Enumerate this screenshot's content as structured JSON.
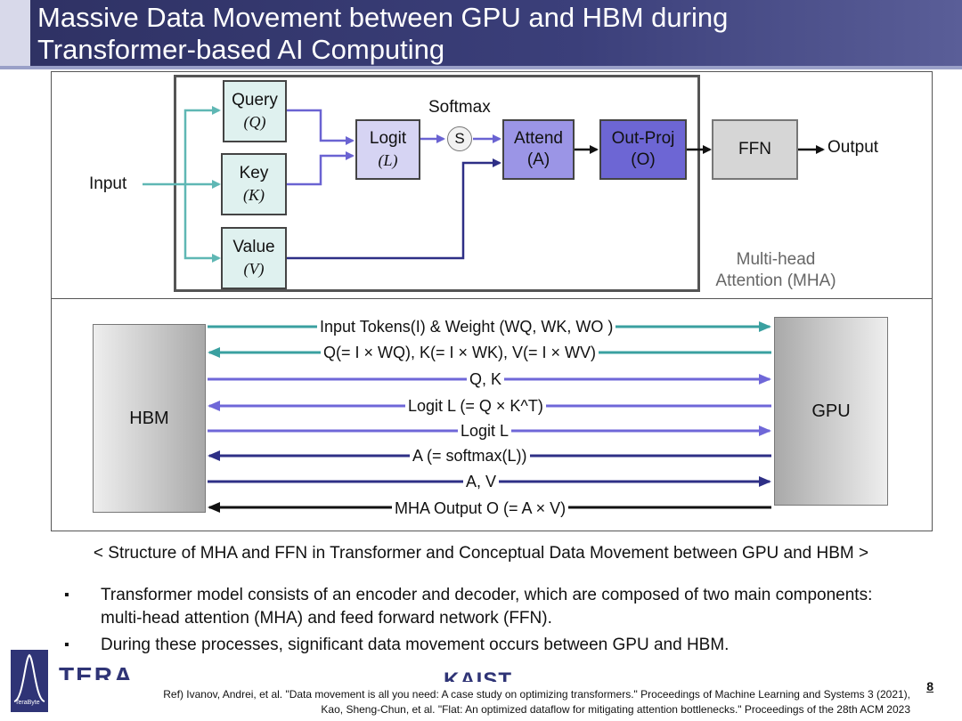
{
  "title": {
    "line1": "Massive Data Movement between GPU and HBM during",
    "line2": "Transformer-based AI Computing"
  },
  "mha_diagram": {
    "input_label": "Input",
    "query": {
      "name": "Query",
      "symbol": "(Q)"
    },
    "key": {
      "name": "Key",
      "symbol": "(K)"
    },
    "value": {
      "name": "Value",
      "symbol": "(V)"
    },
    "softmax_label": "Softmax",
    "softmax_symbol": "S",
    "logit": {
      "name": "Logit",
      "symbol": "(L)"
    },
    "attend": {
      "name": "Attend",
      "symbol": "(A)"
    },
    "outproj": {
      "name": "Out-Proj",
      "symbol": "(O)"
    },
    "ffn": "FFN",
    "output_label": "Output",
    "mha_label_line1": "Multi-head",
    "mha_label_line2": "Attention (MHA)",
    "colors": {
      "teal": "#5fb7b4",
      "purple": "#6a63d2",
      "navy": "#2e2f86",
      "black": "#111111"
    }
  },
  "data_movement": {
    "hbm_label": "HBM",
    "gpu_label": "GPU",
    "transfers": [
      {
        "text": "Input Tokens(I) & Weight (WQ, WK, WO )",
        "direction": "to-gpu",
        "color": "#3aa0a0"
      },
      {
        "text": "Q(= I × WQ), K(= I × WK), V(= I × WV)",
        "direction": "to-hbm",
        "color": "#3aa0a0"
      },
      {
        "text": "Q, K",
        "direction": "to-gpu",
        "color": "#6f67d8"
      },
      {
        "text": "Logit L (= Q × K^T)",
        "direction": "to-hbm",
        "color": "#6f67d8"
      },
      {
        "text": "Logit L",
        "direction": "to-gpu",
        "color": "#6f67d8"
      },
      {
        "text": "A (= softmax(L))",
        "direction": "to-hbm",
        "color": "#2e2f86"
      },
      {
        "text": "A, V",
        "direction": "to-gpu",
        "color": "#2e2f86"
      },
      {
        "text": "MHA Output O (= A × V)",
        "direction": "to-hbm",
        "color": "#111111"
      }
    ]
  },
  "caption": "< Structure of MHA and FFN in Transformer and Conceptual Data Movement between GPU and HBM >",
  "bullets": [
    "Transformer model consists of an encoder and decoder, which are composed of two main components: multi-head attention (MHA) and feed forward network (FFN).",
    "During these processes, significant data movement occurs between GPU and HBM."
  ],
  "references": {
    "line1": "Ref) Ivanov, Andrei, et al. \"Data movement is all you need: A case study on optimizing transformers.\" Proceedings of Machine Learning and Systems 3 (2021),",
    "line2": "Kao, Sheng-Chun, et al. \"Flat: An optimized dataflow for mitigating attention bottlenecks.\" Proceedings of the 28th ACM 2023"
  },
  "page_number": "8",
  "logos": {
    "left": "TERA",
    "left_small": "TeraByte",
    "center": "KAIST"
  }
}
